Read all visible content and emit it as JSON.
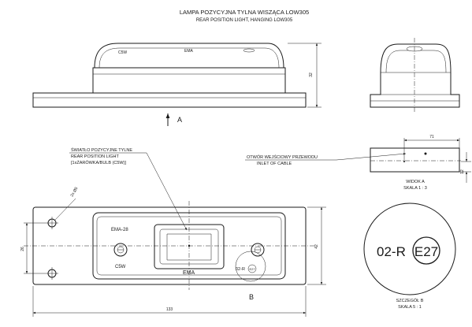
{
  "header": {
    "title_pl": "LAMPA POZYCYJNA TYLNA WISZĄCA LOW305",
    "title_en": "REAR POSITION LIGHT, HANGING LOW305"
  },
  "side_view": {
    "height_dim": "32",
    "body_mark_left": "C5W",
    "body_mark_center": "EMA",
    "view_arrow_label": "A"
  },
  "end_view": {},
  "view_a": {
    "dim_top": "71",
    "dim_right": "12",
    "caption_pl": "WIDOK A",
    "caption_en": "SKALA 1 : 3"
  },
  "callouts": {
    "light_line1": "ŚWIATŁO POZYCYJNE TYLNE",
    "light_line2": "REAR POSITION LIGHT",
    "light_line3": "[1xŻARÓWKA/BULB (C5W)]",
    "cable_line1": "OTWÓR WEJŚCIOWY PRZEWODU",
    "cable_line2": "INLET OF CABLE"
  },
  "front_view": {
    "hole_dim": "2x Ø5",
    "lens_mark_top": "EMA-28",
    "lens_mark_bulb": "C5W",
    "lens_mark_center": "EMA",
    "lens_mark_approval": "02-R",
    "approval_circle": "E27",
    "dim_hole_pitch": "26",
    "dim_height": "42",
    "dim_width": "133",
    "detail_ref": "B"
  },
  "detail_b": {
    "approval_text": "02-R",
    "approval_circle": "E27",
    "caption_pl": "SZCZEGÓŁ B",
    "caption_en": "SKALA 5 : 1"
  }
}
